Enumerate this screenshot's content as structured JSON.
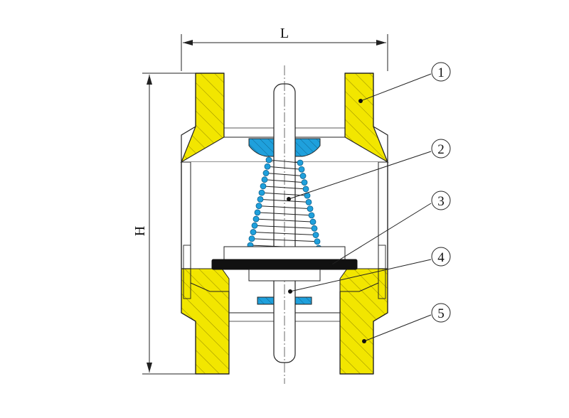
{
  "dimensions": {
    "length_label": "L",
    "height_label": "H"
  },
  "callouts": [
    {
      "number": "1"
    },
    {
      "number": "2"
    },
    {
      "number": "3"
    },
    {
      "number": "4"
    },
    {
      "number": "5"
    }
  ],
  "colors": {
    "body_fill": "#f2e600",
    "seal_fill": "#1fa0dc",
    "disc_fill": "#111111",
    "outline": "#222222",
    "background": "#ffffff"
  }
}
